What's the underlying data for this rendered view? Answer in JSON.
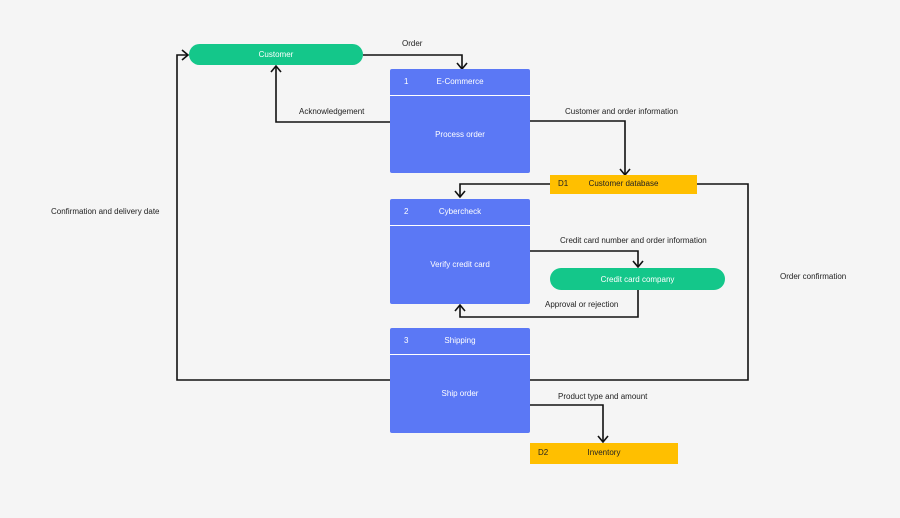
{
  "entities": {
    "customer": "Customer",
    "credit_card_company": "Credit card company"
  },
  "processes": [
    {
      "id": "1",
      "title": "E-Commerce",
      "body": "Process order"
    },
    {
      "id": "2",
      "title": "Cybercheck",
      "body": "Verify credit card"
    },
    {
      "id": "3",
      "title": "Shipping",
      "body": "Ship order"
    }
  ],
  "stores": [
    {
      "id": "D1",
      "name": "Customer database"
    },
    {
      "id": "D2",
      "name": "Inventory"
    }
  ],
  "flows": {
    "order": "Order",
    "acknowledgement": "Acknowledgement",
    "customer_order_info": "Customer and order information",
    "confirmation_delivery": "Confirmation and delivery date",
    "cc_number_order_info": "Credit card number and order information",
    "approval_rejection": "Approval or rejection",
    "order_confirmation": "Order confirmation",
    "product_type_amount": "Product type and amount"
  },
  "colors": {
    "entity": "#14c78a",
    "process": "#5b78f5",
    "store": "#ffbf00",
    "arrow": "#111111",
    "background": "#f5f5f5"
  }
}
